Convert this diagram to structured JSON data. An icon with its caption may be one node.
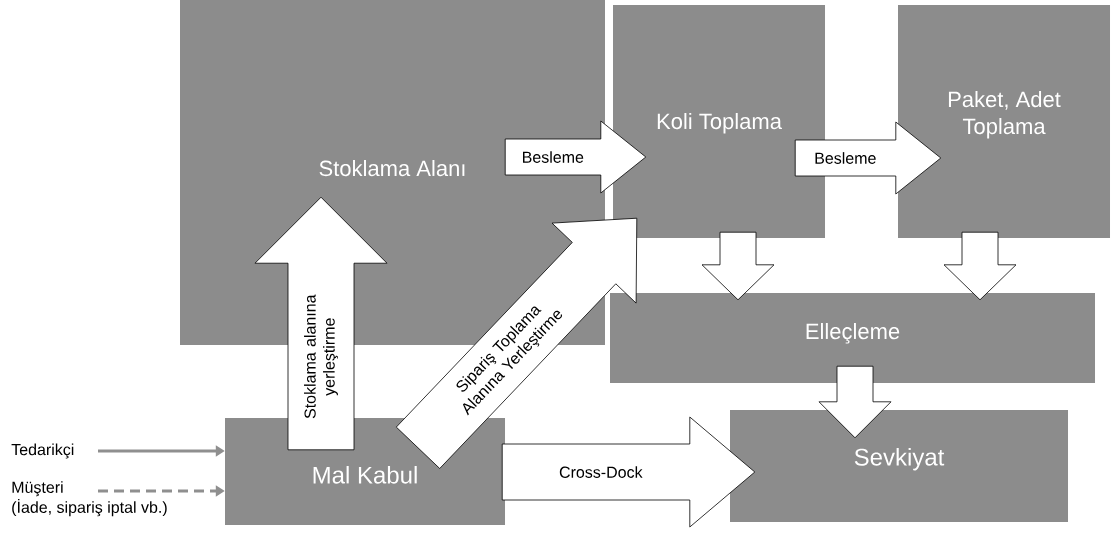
{
  "diagram": {
    "nodes": [
      {
        "text": [
          "Stoklama Alanı"
        ]
      },
      {
        "text": [
          "Koli Toplama"
        ]
      },
      {
        "text": [
          "Paket, Adet Toplama"
        ]
      },
      {
        "text": [
          "Elleçleme"
        ]
      },
      {
        "text": [
          "Mal Kabul"
        ]
      },
      {
        "text": [
          "Sevkiyat"
        ]
      },
      {
        "text": [
          "Tedarikçi"
        ]
      },
      {
        "text": [
          "Müşteri",
          "(İade, sipariş iptal vb.)"
        ]
      }
    ],
    "edges": [
      {
        "from": 4,
        "to": 0,
        "arrow": "to",
        "label": "Stoklama alanına yerleştirme"
      },
      {
        "from": 4,
        "to": 1,
        "arrow": "to",
        "label": "Sipariş Toplama Alanına Yerleştirme"
      },
      {
        "from": 0,
        "to": 1,
        "arrow": "to",
        "label": "Besleme"
      },
      {
        "from": 1,
        "to": 2,
        "arrow": "to",
        "label": "Besleme"
      },
      {
        "from": 1,
        "to": 3,
        "arrow": "to"
      },
      {
        "from": 2,
        "to": 3,
        "arrow": "to"
      },
      {
        "from": 3,
        "to": 5,
        "arrow": "to"
      },
      {
        "from": 4,
        "to": 5,
        "arrow": "to",
        "label": "Cross-Dock"
      },
      {
        "from": 6,
        "to": 4,
        "arrow": "to"
      },
      {
        "from": 7,
        "to": 4,
        "arrow": "to",
        "style": "dashed"
      }
    ]
  }
}
